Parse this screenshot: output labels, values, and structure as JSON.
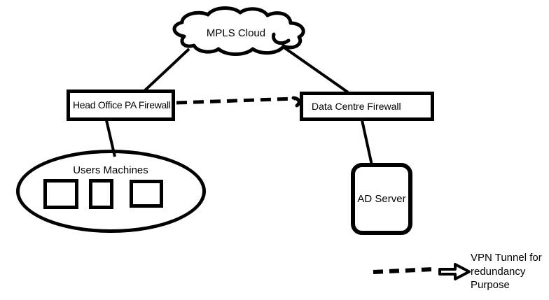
{
  "colors": {
    "ink": "#000000",
    "background": "#ffffff"
  },
  "nodes": {
    "cloud": {
      "label": "MPLS Cloud"
    },
    "head_office_firewall": {
      "label": "Head Office PA Firewall"
    },
    "data_centre_firewall": {
      "label": "Data Centre Firewall"
    },
    "users_machines": {
      "label": "Users Machines",
      "machine_count": 3
    },
    "ad_server": {
      "label": "AD Server"
    }
  },
  "connections": {
    "cloud_to_head_office": "solid",
    "cloud_to_data_centre": "solid",
    "head_office_to_users": "solid",
    "data_centre_to_ad_server": "solid",
    "head_office_to_data_centre": "dashed"
  },
  "legend": {
    "lines": [
      "VPN Tunnel for",
      "redundancy",
      "Purpose"
    ]
  }
}
